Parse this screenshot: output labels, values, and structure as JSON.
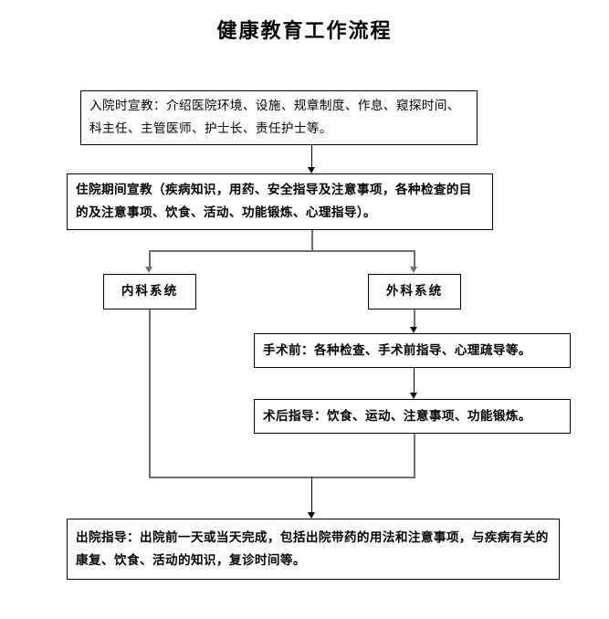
{
  "document": {
    "title": "健康教育工作流程"
  },
  "flowchart": {
    "type": "flowchart",
    "orientation": "top-down",
    "nodes": [
      {
        "id": "admission",
        "label": "入院时宣教：介绍医院环境、设施、规章制度、作息、窥探时间、科主任、主管医师、护士长、责任护士等。",
        "style": "normal"
      },
      {
        "id": "hospitalization",
        "label": "住院期间宣教（疾病知识，用药、安全指导及注意事项，各种检查的目的及注意事项、饮食、活动、功能锻炼、心理指导）。",
        "style": "bold"
      },
      {
        "id": "internal-medicine",
        "label": "内科系统",
        "style": "bold-center"
      },
      {
        "id": "surgery",
        "label": "外科系统",
        "style": "bold-center"
      },
      {
        "id": "pre-operation",
        "label": "手术前：各种检查、手术前指导、心理疏导等。",
        "style": "bold"
      },
      {
        "id": "post-operation",
        "label": "术后指导：饮食、运动、注意事项、功能锻炼。",
        "style": "bold"
      },
      {
        "id": "discharge",
        "label": "出院指导：出院前一天或当天完成，包括出院带药的用法和注意事项，与疾病有关的康复、饮食、活动的知识，复诊时间等。",
        "style": "bold"
      }
    ],
    "edges": [
      {
        "from": "admission",
        "to": "hospitalization"
      },
      {
        "from": "hospitalization",
        "to": "internal-medicine"
      },
      {
        "from": "hospitalization",
        "to": "surgery"
      },
      {
        "from": "surgery",
        "to": "pre-operation"
      },
      {
        "from": "pre-operation",
        "to": "post-operation"
      },
      {
        "from": "internal-medicine",
        "to": "discharge"
      },
      {
        "from": "post-operation",
        "to": "discharge"
      }
    ]
  },
  "colors": {
    "line": "#000000",
    "line_gray": "#6e6e6e",
    "text": "#000000",
    "background": "#ffffff"
  }
}
